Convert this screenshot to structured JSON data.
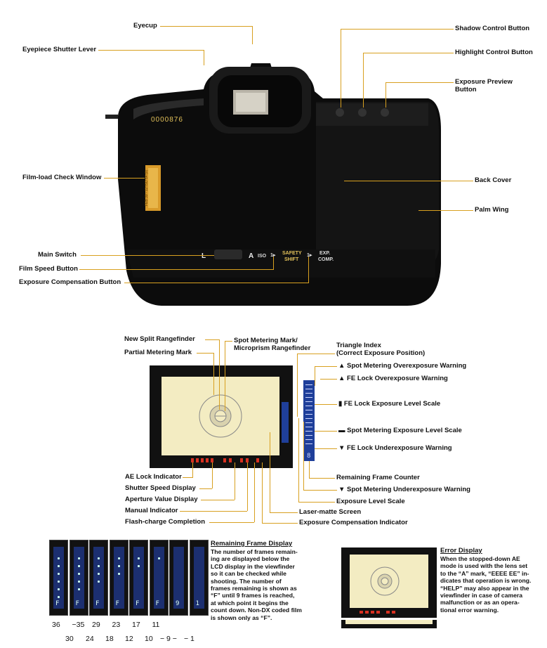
{
  "camera_labels": {
    "eyecup": "Eyecup",
    "eyepiece_lever": "Eyepiece Shutter Lever",
    "film_window": "Film-load Check Window",
    "main_switch": "Main Switch",
    "film_speed": "Film Speed Button",
    "exp_comp_button": "Exposure Compensation Button",
    "shadow": "Shadow Control Button",
    "highlight": "Highlight Control Button",
    "preview1": "Exposure Preview",
    "preview2": "Button",
    "back_cover": "Back Cover",
    "palm_wing": "Palm Wing"
  },
  "camera_markings": {
    "serial": "0000876",
    "film_label": "FEB 39 - 12 ISO 64 (9)",
    "switch_L": "L",
    "switch_A": "A",
    "iso": "ISO",
    "one_a": "1▸",
    "safety1": "SAFETY",
    "safety2": "SHIFT",
    "one_b": "1▸",
    "exp1": "EXP.",
    "exp2": "COMP."
  },
  "viewfinder_labels": {
    "split": "New Split Rangefinder",
    "partial": "Partial Metering Mark",
    "spot1": "Spot Metering Mark/",
    "spot2": "Microprism Rangefinder",
    "tri1": "Triangle Index",
    "tri2": "(Correct Exposure Position)",
    "spot_over": "▲ Spot Metering Overexposure Warning",
    "fe_over": "▲ FE Lock Overexposure Warning",
    "fe_scale": "▮ FE Lock Exposure Level Scale",
    "spot_scale": "▬ Spot Metering Exposure Level Scale",
    "fe_under": "▼ FE Lock Underexposure Warning",
    "remaining": "Remaining Frame Counter",
    "spot_under": "▼ Spot Metering Underexposure Warning",
    "exp_level": "Exposure Level Scale",
    "laser": "Laser-matte Screen",
    "exp_comp_ind": "Exposure Compensation Indicator",
    "ae_lock": "AE Lock Indicator",
    "shutter": "Shutter Speed Display",
    "aperture": "Aperture Value Display",
    "manual": "Manual Indicator",
    "flash": "Flash-charge Completion"
  },
  "remaining_display": {
    "title": "Remaining Frame Display",
    "body": [
      "The number of frames remain-",
      "ing are displayed below the",
      "LCD display in the viewfinder",
      "so it can be checked while",
      "shooting. The number of",
      "frames remaining is shown as",
      "“F” until 9 frames is reached,",
      "at which point it begins the",
      "count down. Non-DX coded film",
      "is shown only as “F”."
    ],
    "panel_chars": [
      "F",
      "F",
      "F",
      "F",
      "F",
      "F",
      "9",
      "1"
    ],
    "panel_dots": [
      6,
      5,
      4,
      3,
      2,
      1,
      0,
      0
    ],
    "top_numbers": [
      "36",
      "−35",
      "29",
      "23",
      "17",
      "11"
    ],
    "bottom_numbers": [
      "30",
      "24",
      "18",
      "12",
      "10",
      "− 9 −",
      "− 1"
    ]
  },
  "error_display": {
    "title": "Error Display",
    "body": [
      "When the stopped-down AE",
      "mode is used with the lens set",
      "to the “A” mark, “EEEE EE” in-",
      "dicates that operation is wrong.",
      "“HELP” may also appear in the",
      "viewfinder in case of camera",
      "malfunction or as an opera-",
      "tional error warning."
    ]
  },
  "colors": {
    "leader": "#d8a020",
    "scale_blue": "#1f3f9a",
    "camera_body": "#0c0c0c",
    "screen_cream": "#f3ecc2",
    "red_led": "#d83020"
  }
}
